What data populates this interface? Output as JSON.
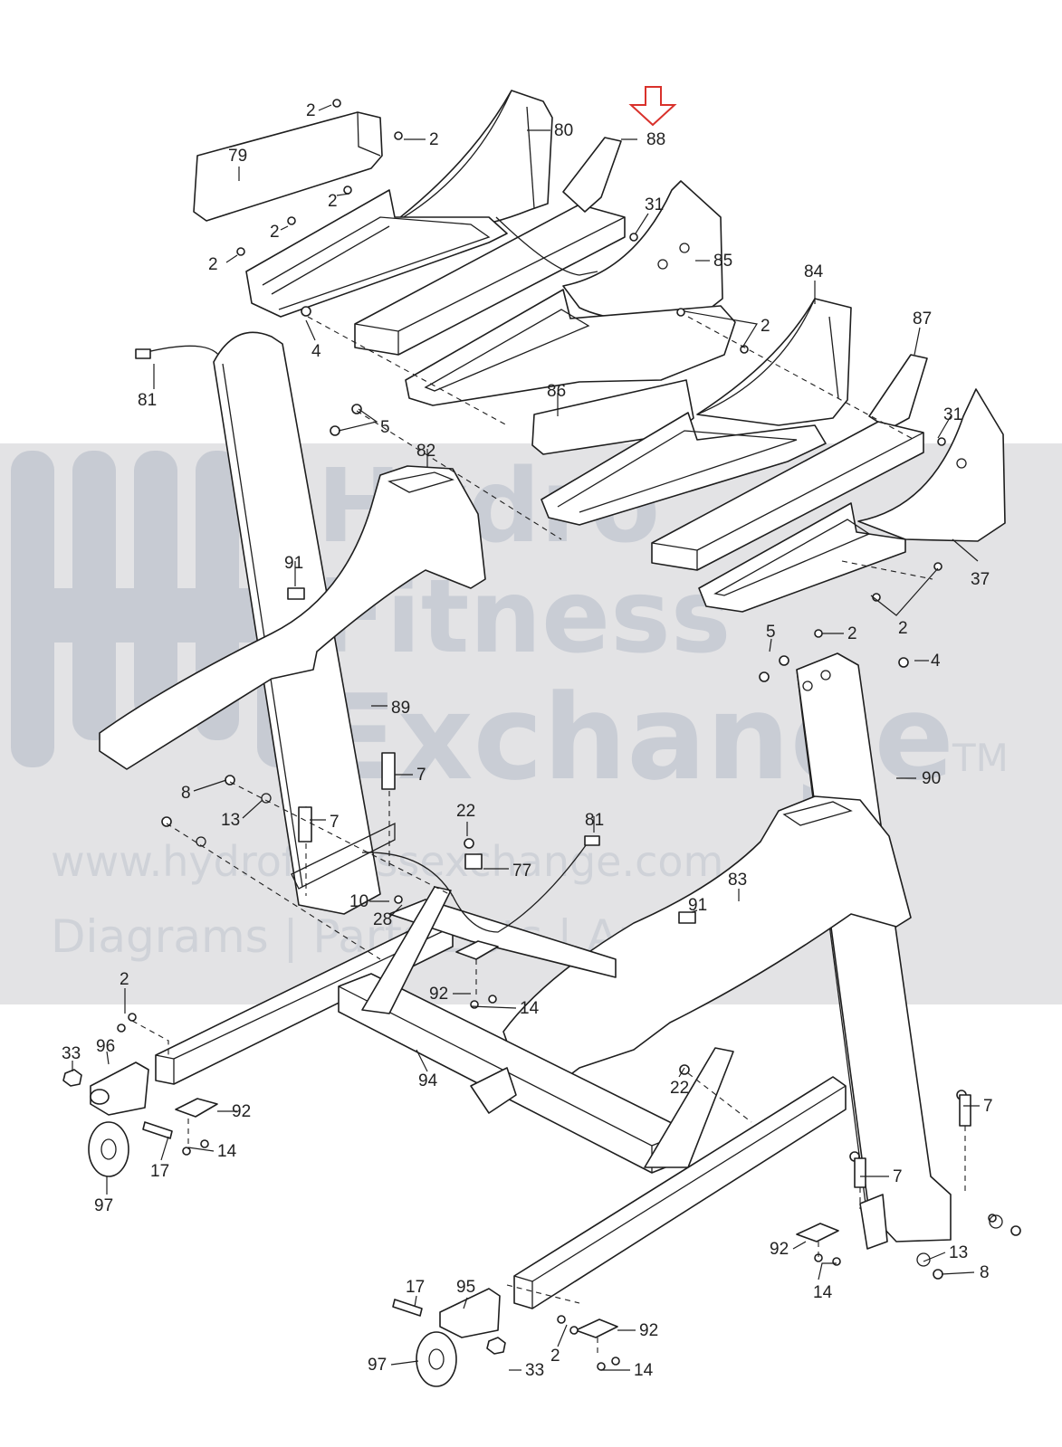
{
  "watermark": {
    "line1": "Hydro",
    "line2": "Fitness",
    "line3": "Exchange",
    "tm": "TM",
    "url": "www.hydrofitnessexchange.com",
    "tagline": "Diagrams | Parts Lists | And More"
  },
  "colors": {
    "highlight_arrow": "#d9312b",
    "watermark_band": "#e3e3e5",
    "line": "#1e1e1e"
  },
  "highlight_arrow_icon": "down-arrow-outline-icon",
  "part_labels": [
    {
      "id": "p2a",
      "text": "2"
    },
    {
      "id": "p2b",
      "text": "2"
    },
    {
      "id": "p79",
      "text": "79"
    },
    {
      "id": "p80",
      "text": "80"
    },
    {
      "id": "p88",
      "text": "88"
    },
    {
      "id": "p2c",
      "text": "2"
    },
    {
      "id": "p2d",
      "text": "2"
    },
    {
      "id": "p31a",
      "text": "31"
    },
    {
      "id": "p2e",
      "text": "2"
    },
    {
      "id": "p85",
      "text": "85"
    },
    {
      "id": "p4a",
      "text": "4"
    },
    {
      "id": "p84",
      "text": "84"
    },
    {
      "id": "p2f",
      "text": "2"
    },
    {
      "id": "p87",
      "text": "87"
    },
    {
      "id": "p81a",
      "text": "81"
    },
    {
      "id": "p86",
      "text": "86"
    },
    {
      "id": "p31b",
      "text": "31"
    },
    {
      "id": "p5a",
      "text": "5"
    },
    {
      "id": "p82",
      "text": "82"
    },
    {
      "id": "p91a",
      "text": "91"
    },
    {
      "id": "p37",
      "text": "37"
    },
    {
      "id": "p2g",
      "text": "2"
    },
    {
      "id": "p2h",
      "text": "2"
    },
    {
      "id": "p5b",
      "text": "5"
    },
    {
      "id": "p4b",
      "text": "4"
    },
    {
      "id": "p89",
      "text": "89"
    },
    {
      "id": "p7a",
      "text": "7"
    },
    {
      "id": "p8a",
      "text": "8"
    },
    {
      "id": "p90",
      "text": "90"
    },
    {
      "id": "p13a",
      "text": "13"
    },
    {
      "id": "p7b",
      "text": "7"
    },
    {
      "id": "p22a",
      "text": "22"
    },
    {
      "id": "p81b",
      "text": "81"
    },
    {
      "id": "p77",
      "text": "77"
    },
    {
      "id": "p83",
      "text": "83"
    },
    {
      "id": "p10",
      "text": "10"
    },
    {
      "id": "p28",
      "text": "28"
    },
    {
      "id": "p91b",
      "text": "91"
    },
    {
      "id": "p92a",
      "text": "92"
    },
    {
      "id": "p14a",
      "text": "14"
    },
    {
      "id": "p2i",
      "text": "2"
    },
    {
      "id": "p33a",
      "text": "33"
    },
    {
      "id": "p96",
      "text": "96"
    },
    {
      "id": "p94",
      "text": "94"
    },
    {
      "id": "p22b",
      "text": "22"
    },
    {
      "id": "p92b",
      "text": "92"
    },
    {
      "id": "p7c",
      "text": "7"
    },
    {
      "id": "p14b",
      "text": "14"
    },
    {
      "id": "p17a",
      "text": "17"
    },
    {
      "id": "p97a",
      "text": "97"
    },
    {
      "id": "p7d",
      "text": "7"
    },
    {
      "id": "p92c",
      "text": "92"
    },
    {
      "id": "p13b",
      "text": "13"
    },
    {
      "id": "p8b",
      "text": "8"
    },
    {
      "id": "p14c",
      "text": "14"
    },
    {
      "id": "p17b",
      "text": "17"
    },
    {
      "id": "p95",
      "text": "95"
    },
    {
      "id": "p92d",
      "text": "92"
    },
    {
      "id": "p2j",
      "text": "2"
    },
    {
      "id": "p97b",
      "text": "97"
    },
    {
      "id": "p33b",
      "text": "33"
    },
    {
      "id": "p14d",
      "text": "14"
    }
  ]
}
